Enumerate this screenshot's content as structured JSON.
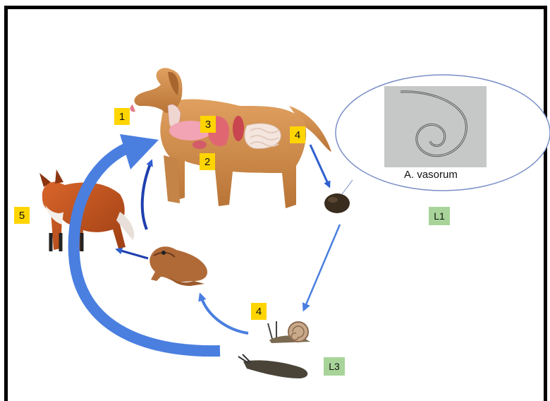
{
  "diagram": {
    "stage_labels": [
      {
        "id": "1",
        "text": "1"
      },
      {
        "id": "2",
        "text": "2"
      },
      {
        "id": "3",
        "text": "3"
      },
      {
        "id": "4a",
        "text": "4"
      },
      {
        "id": "4b",
        "text": "4"
      },
      {
        "id": "5",
        "text": "5"
      }
    ],
    "larva_labels": {
      "l1": "L1",
      "l3": "L3"
    },
    "inset_caption": "A. vasorum",
    "colors": {
      "stage_label_bg": "#ffd500",
      "larva_label_bg": "#a8d49a",
      "arrow_blue": "#2f5fcf",
      "arrow_light_blue": "#4a7fe0",
      "ellipse_outline": "#7a8fc8"
    },
    "icons": [
      "dog-icon",
      "fox-icon",
      "frog-icon",
      "snail-icon",
      "slug-icon",
      "feces-icon",
      "larva-micrograph-icon"
    ]
  }
}
